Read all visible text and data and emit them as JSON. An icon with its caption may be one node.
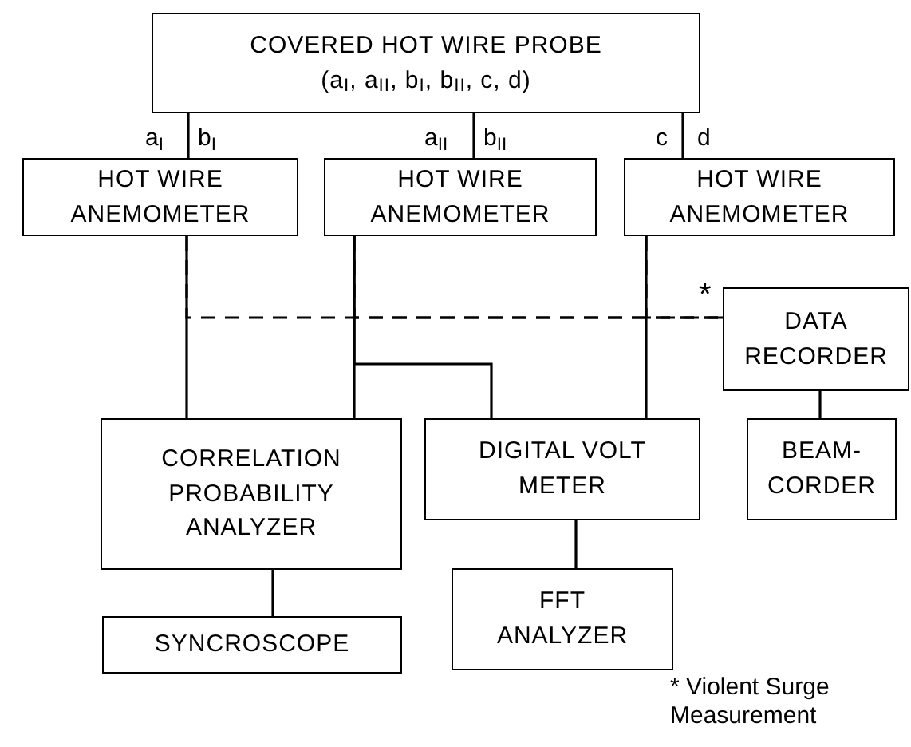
{
  "diagram": {
    "nodes": [
      {
        "text": [
          "COVERED HOT WIRE PROBE",
          "(a$_{I}$, a$_{II}$, b$_{I}$, b$_{II}$, c, d)"
        ]
      },
      {
        "text": [
          "HOT WIRE ANEMOMETER"
        ]
      },
      {
        "text": [
          "HOT WIRE ANEMOMETER"
        ]
      },
      {
        "text": [
          "HOT WIRE ANEMOMETER"
        ]
      },
      {
        "text": [
          "DATA RECORDER"
        ],
        "beside": [
          "*"
        ]
      },
      {
        "text": [
          "CORRELATION PROBABILITY ANALYZER"
        ]
      },
      {
        "text": [
          "DIGITAL VOLT METER"
        ]
      },
      {
        "text": [
          "BEAM- CORDER"
        ]
      },
      {
        "text": [
          "SYNCROSCOPE"
        ]
      },
      {
        "text": [
          "FFT ANALYZER"
        ]
      }
    ],
    "edges": [
      {
        "from": 0,
        "to": 1,
        "arrow": "none"
      },
      {
        "from": 0,
        "to": 2,
        "arrow": "none"
      },
      {
        "from": 0,
        "to": 3,
        "arrow": "none"
      },
      {
        "from": 1,
        "to": 5,
        "arrow": "none"
      },
      {
        "from": 2,
        "to": 5,
        "arrow": "none"
      },
      {
        "from": 2,
        "to": 6,
        "arrow": "none"
      },
      {
        "from": 3,
        "to": 6,
        "arrow": "none"
      },
      {
        "from": 1,
        "to": 4,
        "arrow": "none",
        "style": "dashed"
      },
      {
        "from": 2,
        "to": 4,
        "arrow": "none",
        "style": "dashed"
      },
      {
        "from": 3,
        "to": 4,
        "arrow": "none",
        "style": "dashed"
      },
      {
        "from": 4,
        "to": 7,
        "arrow": "none"
      },
      {
        "from": 5,
        "to": 8,
        "arrow": "none"
      },
      {
        "from": 6,
        "to": 9,
        "arrow": "none"
      }
    ],
    "labels": [
      "a$_{I}$",
      "b$_{I}$",
      "a$_{II}$",
      "b$_{II}$",
      "c",
      "d",
      "* Violent Surge Measurement"
    ]
  }
}
